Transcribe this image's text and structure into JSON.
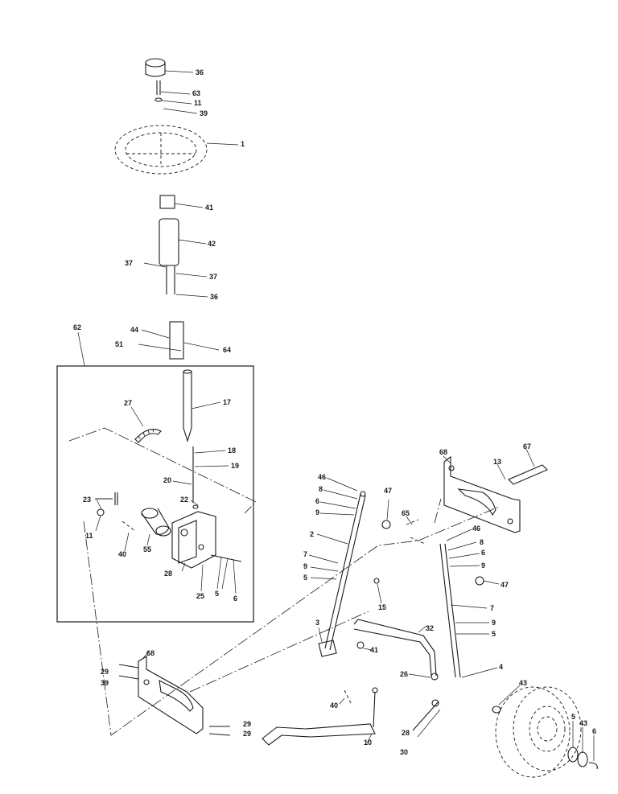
{
  "diagram": {
    "callouts": [
      {
        "id": "c-36a",
        "text": "36"
      },
      {
        "id": "c-63",
        "text": "63"
      },
      {
        "id": "c-11a",
        "text": "11"
      },
      {
        "id": "c-39",
        "text": "39"
      },
      {
        "id": "c-1",
        "text": "1"
      },
      {
        "id": "c-41a",
        "text": "41"
      },
      {
        "id": "c-42",
        "text": "42"
      },
      {
        "id": "c-37a",
        "text": "37"
      },
      {
        "id": "c-37b",
        "text": "37"
      },
      {
        "id": "c-36b",
        "text": "36"
      },
      {
        "id": "c-44",
        "text": "44"
      },
      {
        "id": "c-51",
        "text": "51"
      },
      {
        "id": "c-64",
        "text": "64"
      },
      {
        "id": "c-62",
        "text": "62"
      },
      {
        "id": "c-27",
        "text": "27"
      },
      {
        "id": "c-17",
        "text": "17"
      },
      {
        "id": "c-18",
        "text": "18"
      },
      {
        "id": "c-19",
        "text": "19"
      },
      {
        "id": "c-20",
        "text": "20"
      },
      {
        "id": "c-22",
        "text": "22"
      },
      {
        "id": "c-23",
        "text": "23"
      },
      {
        "id": "c-11b",
        "text": "11"
      },
      {
        "id": "c-40a",
        "text": "40"
      },
      {
        "id": "c-55",
        "text": "55"
      },
      {
        "id": "c-28a",
        "text": "28"
      },
      {
        "id": "c-25",
        "text": "25"
      },
      {
        "id": "c-5a",
        "text": "5"
      },
      {
        "id": "c-6a",
        "text": "6"
      },
      {
        "id": "c-68a",
        "text": "68"
      },
      {
        "id": "c-67",
        "text": "67"
      },
      {
        "id": "c-13",
        "text": "13"
      },
      {
        "id": "c-46a",
        "text": "46"
      },
      {
        "id": "c-8a",
        "text": "8"
      },
      {
        "id": "c-6b",
        "text": "6"
      },
      {
        "id": "c-9a",
        "text": "9"
      },
      {
        "id": "c-47a",
        "text": "47"
      },
      {
        "id": "c-65",
        "text": "65"
      },
      {
        "id": "c-2",
        "text": "2"
      },
      {
        "id": "c-7a",
        "text": "7"
      },
      {
        "id": "c-9b",
        "text": "9"
      },
      {
        "id": "c-5b",
        "text": "5"
      },
      {
        "id": "c-46b",
        "text": "46"
      },
      {
        "id": "c-8b",
        "text": "8"
      },
      {
        "id": "c-6c",
        "text": "6"
      },
      {
        "id": "c-9c",
        "text": "9"
      },
      {
        "id": "c-47b",
        "text": "47"
      },
      {
        "id": "c-15",
        "text": "15"
      },
      {
        "id": "c-7b",
        "text": "7"
      },
      {
        "id": "c-9d",
        "text": "9"
      },
      {
        "id": "c-5c",
        "text": "5"
      },
      {
        "id": "c-3",
        "text": "3"
      },
      {
        "id": "c-32",
        "text": "32"
      },
      {
        "id": "c-41b",
        "text": "41"
      },
      {
        "id": "c-4",
        "text": "4"
      },
      {
        "id": "c-26",
        "text": "26"
      },
      {
        "id": "c-68b",
        "text": "68"
      },
      {
        "id": "c-29a",
        "text": "29"
      },
      {
        "id": "c-39b",
        "text": "39"
      },
      {
        "id": "c-43a",
        "text": "43"
      },
      {
        "id": "c-40b",
        "text": "40"
      },
      {
        "id": "c-29b",
        "text": "29"
      },
      {
        "id": "c-29c",
        "text": "29"
      },
      {
        "id": "c-10",
        "text": "10"
      },
      {
        "id": "c-28b",
        "text": "28"
      },
      {
        "id": "c-30",
        "text": "30"
      },
      {
        "id": "c-5d",
        "text": "5"
      },
      {
        "id": "c-43b",
        "text": "43"
      },
      {
        "id": "c-6d",
        "text": "6"
      }
    ]
  }
}
